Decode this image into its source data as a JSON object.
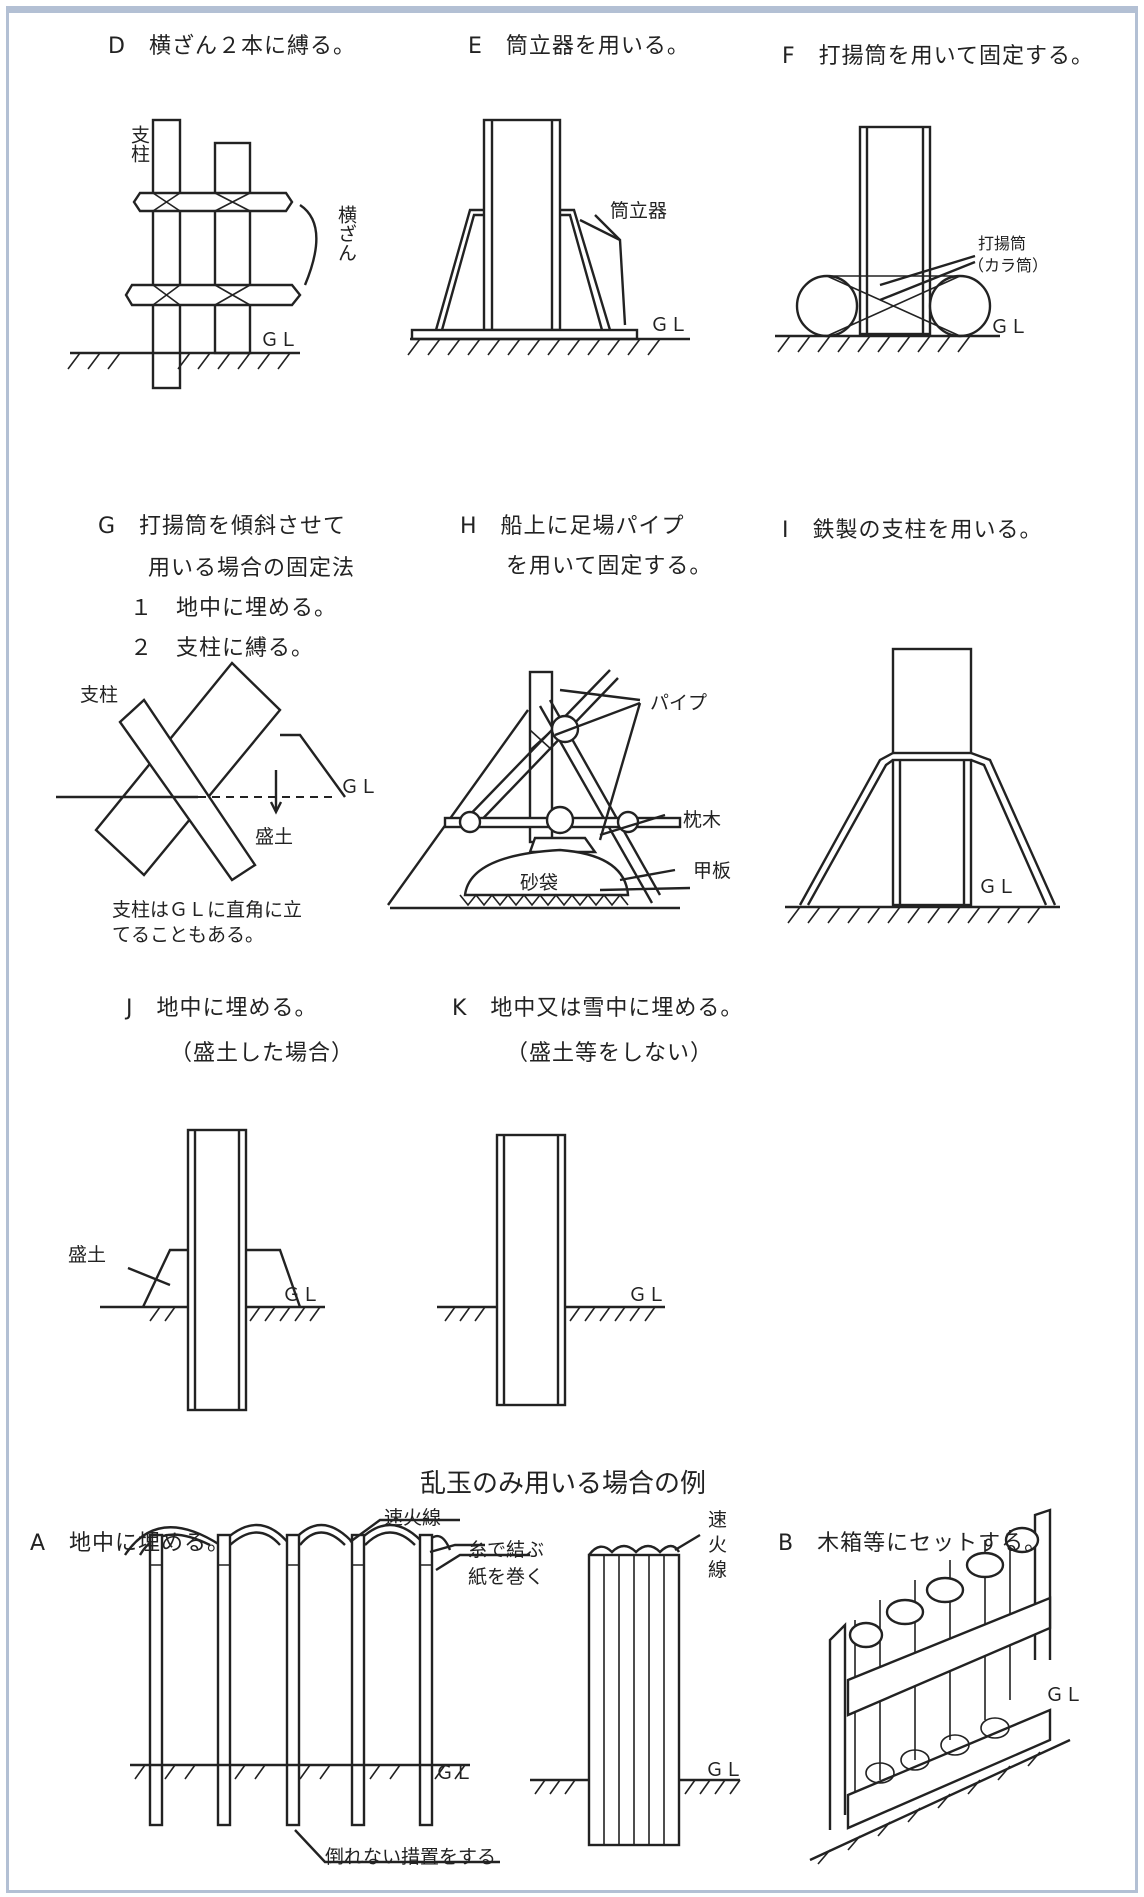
{
  "D": {
    "title": "D　横ざん２本に縛る。",
    "shichu": "支柱",
    "yokozan": "横ざん",
    "gl": "ＧＬ"
  },
  "E": {
    "title": "E　筒立器を用いる。",
    "tsutsutateki": "筒立器",
    "gl": "ＧＬ"
  },
  "F": {
    "title": "F　打揚筒を用いて固定する。",
    "label1": "打揚筒",
    "label2": "（カラ筒）",
    "gl": "ＧＬ"
  },
  "G": {
    "title": "G　打揚筒を傾斜させて",
    "title2": "用いる場合の固定法",
    "item1": "１　地中に埋める。",
    "item2": "２　支柱に縛る。",
    "shichu": "支柱",
    "morido": "盛土",
    "gl": "ＧＬ",
    "note1": "支柱はＧＬに直角に立",
    "note2": "てることもある。"
  },
  "H": {
    "title": "H　船上に足場パイプ",
    "title2": "を用いて固定する。",
    "pipe": "パイプ",
    "makuragi": "枕木",
    "sunabukuro": "砂袋",
    "kanpan": "甲板"
  },
  "I": {
    "title": "I　鉄製の支柱を用いる。",
    "gl": "ＧＬ"
  },
  "J": {
    "title": "J　地中に埋める。",
    "sub": "（盛土した場合）",
    "morido": "盛土",
    "gl": "ＧＬ"
  },
  "K": {
    "title": "K　地中又は雪中に埋める。",
    "sub": "（盛土等をしない）",
    "gl": "ＧＬ"
  },
  "section_title": "乱玉のみ用いる場合の例",
  "A": {
    "title": "A　地中に埋める。",
    "sokkasen": "速火線",
    "ito": "糸で結ぶ",
    "kami": "紙を巻く",
    "taorenai": "倒れない措置をする",
    "sokkasen_v": [
      "速",
      "火",
      "線"
    ],
    "gl1": "ＧＬ",
    "gl2": "ＧＬ"
  },
  "B": {
    "title": "B　木箱等にセットする。",
    "gl": "ＧＬ"
  }
}
